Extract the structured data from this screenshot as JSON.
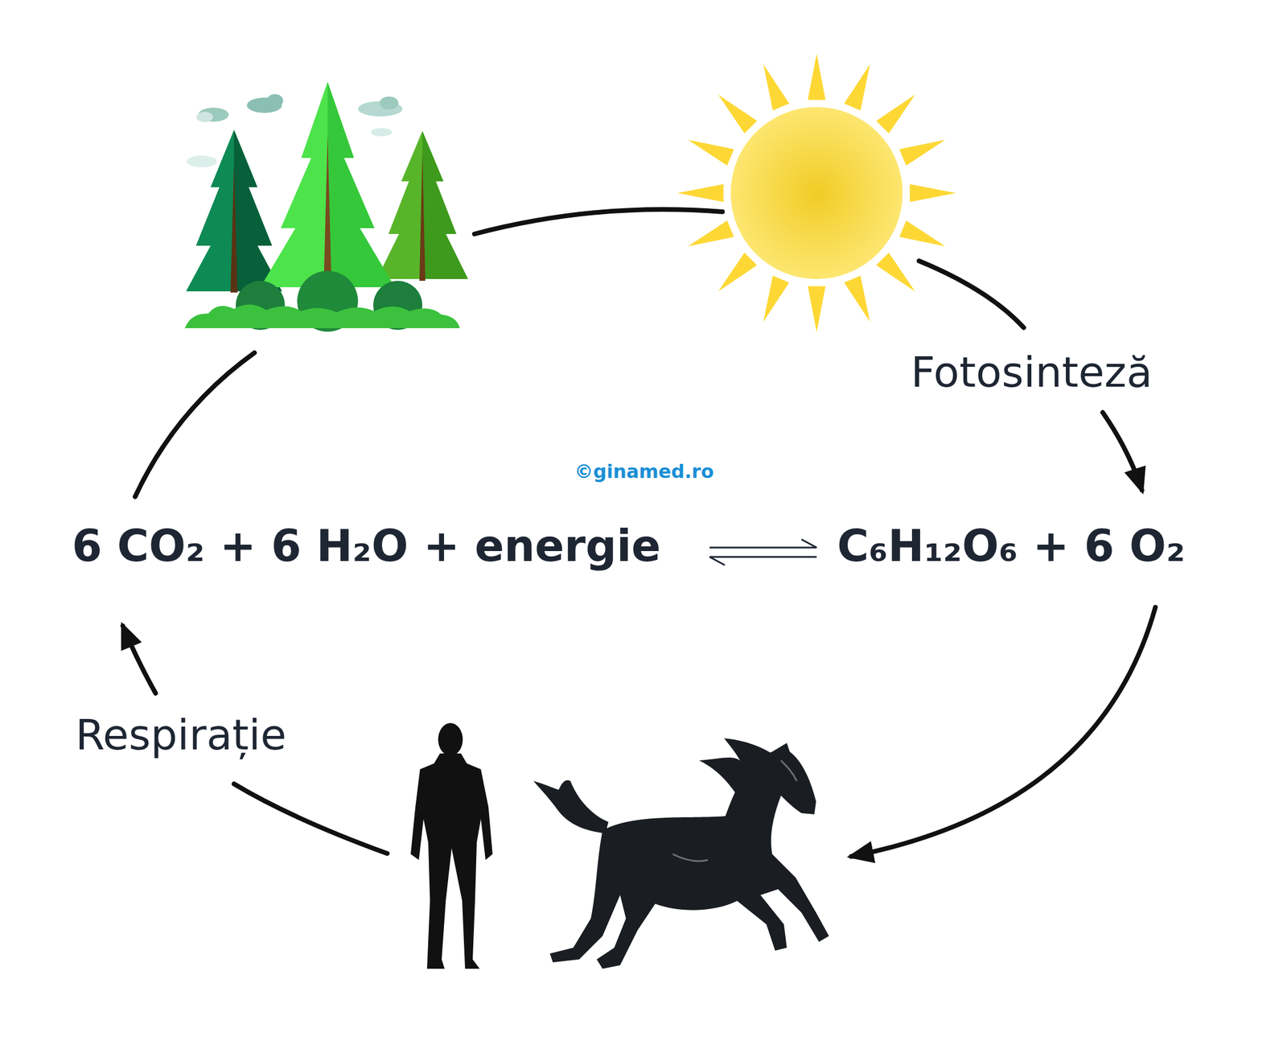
{
  "diagram": {
    "labels": [
      "6 CO₂ + 6 H₂O + energie",
      "C₆H₁₂O₆ + 6 O₂",
      "Fotosinteză",
      "Respirație",
      "©ginamed.ro"
    ]
  }
}
